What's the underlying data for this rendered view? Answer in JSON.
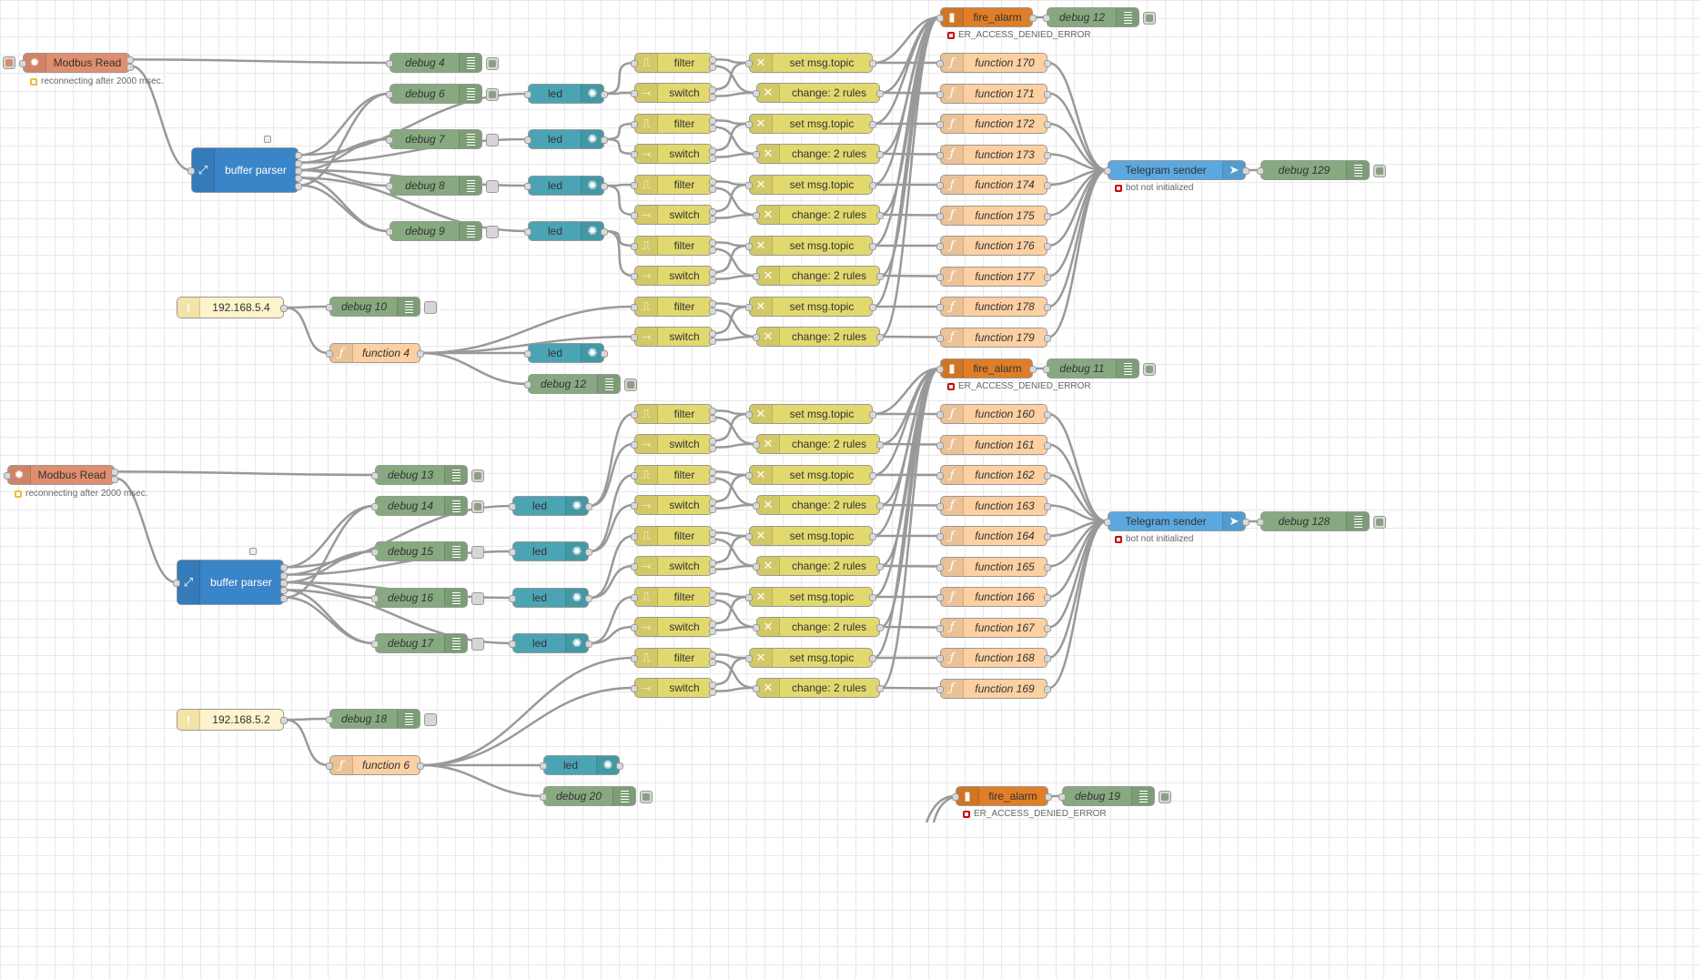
{
  "flows": [
    {
      "modbus": {
        "label": "Modbus Read",
        "status": "reconnecting after 2000 msec."
      },
      "debug_modbus": "debug 4",
      "buffer_parser": "buffer parser",
      "debugs": [
        "debug 6",
        "debug 7",
        "debug 8",
        "debug 9"
      ],
      "ip_inject": "192.168.5.4",
      "debug_ip": "debug 10",
      "function": "function 4",
      "debug_function": "debug 12",
      "fire_alarm": {
        "label": "fire_alarm",
        "status": "ER_ACCESS_DENIED_ERROR",
        "debug": "debug 12"
      },
      "functions": [
        "function 170",
        "function 171",
        "function 172",
        "function 173",
        "function 174",
        "function 175",
        "function 176",
        "function 177",
        "function 178",
        "function 179"
      ],
      "telegram": {
        "label": "Telegram sender",
        "status": "bot not initialized",
        "debug": "debug 129"
      }
    },
    {
      "modbus": {
        "label": "Modbus Read",
        "status": "reconnecting after 2000 msec."
      },
      "debug_modbus": "debug 13",
      "buffer_parser": "buffer parser",
      "debugs": [
        "debug 14",
        "debug 15",
        "debug 16",
        "debug 17"
      ],
      "ip_inject": "192.168.5.2",
      "debug_ip": "debug 18",
      "function": "function 6",
      "debug_function": "debug 20",
      "fire_alarm": {
        "label": "fire_alarm",
        "status": "ER_ACCESS_DENIED_ERROR",
        "debug": "debug 11"
      },
      "functions": [
        "function 160",
        "function 161",
        "function 162",
        "function 163",
        "function 164",
        "function 165",
        "function 166",
        "function 167",
        "function 168",
        "function 169"
      ],
      "telegram": {
        "label": "Telegram sender",
        "status": "bot not initialized",
        "debug": "debug 128"
      }
    }
  ],
  "common": {
    "filter": "filter",
    "switch": "switch",
    "set_topic": "set msg.topic",
    "change": "change: 2 rules",
    "led": "led"
  },
  "bottom": {
    "fire_alarm": "fire_alarm",
    "debug": "debug 19",
    "status": "ER_ACCESS_DENIED_ERROR"
  },
  "icons": {
    "debug": "list-icon",
    "filter": "filter-icon",
    "switch": "switch-icon",
    "change": "shuffle-icon",
    "function": "function-icon",
    "led": "bulb-icon",
    "modbus": "gear-icon",
    "buffer": "arrows-icon",
    "fire": "database-icon",
    "telegram": "paper-plane-icon",
    "inject": "exclamation-icon"
  }
}
